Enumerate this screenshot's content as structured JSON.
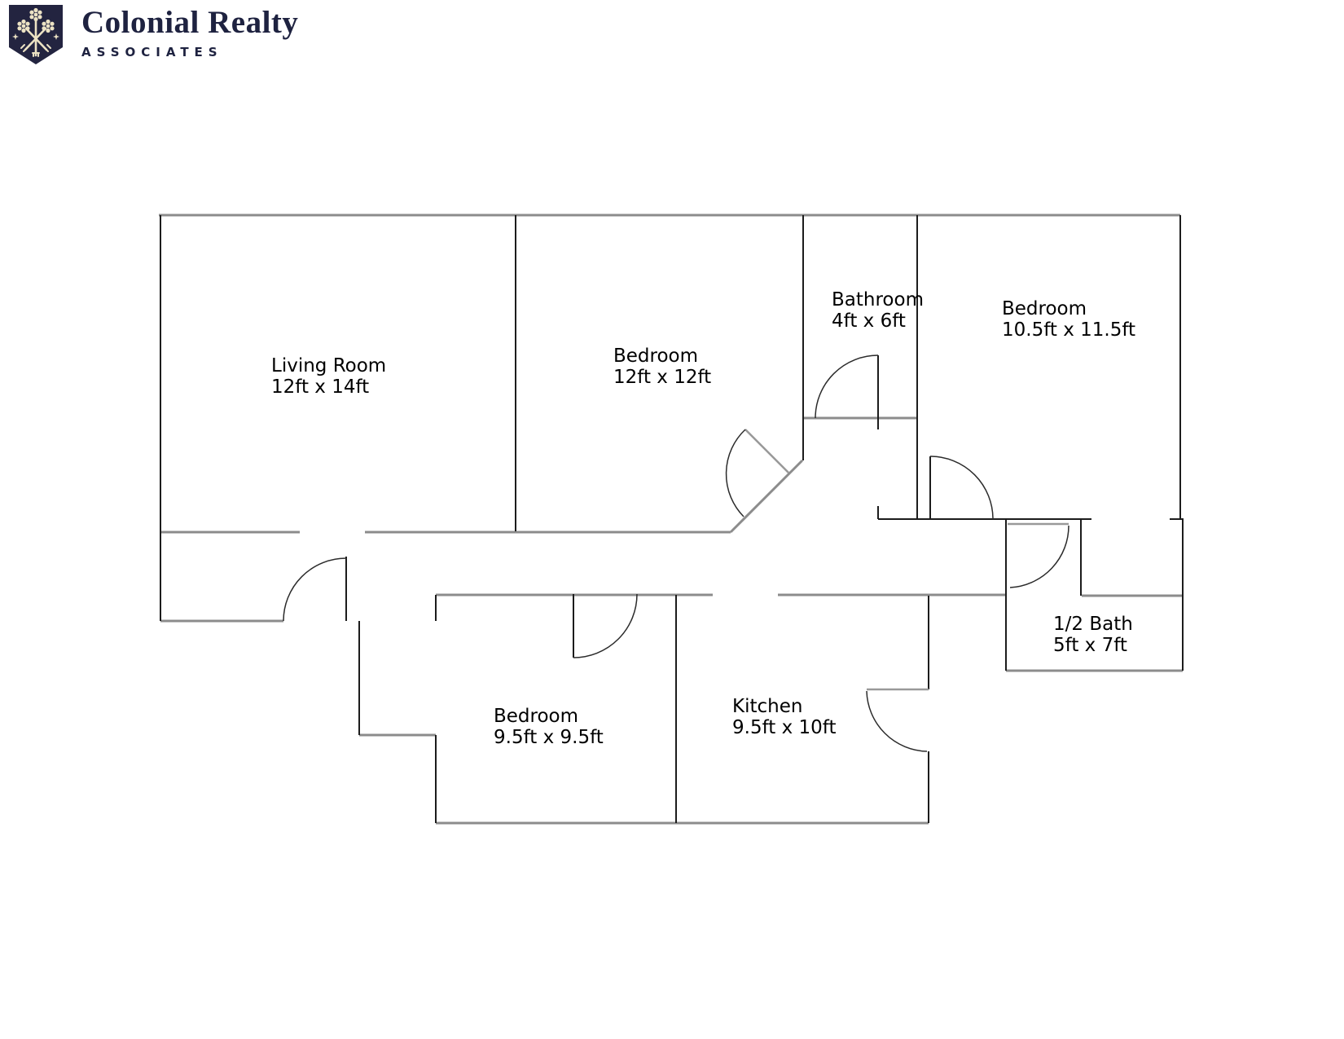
{
  "brand": {
    "name": "Colonial Realty",
    "subtitle": "ASSOCIATES",
    "shield_color": "#232440",
    "key_color": "#ece2c4",
    "text_color": "#1e2240"
  },
  "plan_colors": {
    "wall_gray": "#8c8c8c",
    "wall_black": "#1c1c1c",
    "door_arc": "#2b2b2b",
    "door_leaf_gray": "#999999"
  },
  "rooms": [
    {
      "id": "living-room",
      "name": "Living Room",
      "dims": "12ft x 14ft"
    },
    {
      "id": "bedroom-12",
      "name": "Bedroom",
      "dims": "12ft x 12ft"
    },
    {
      "id": "bathroom",
      "name": "Bathroom",
      "dims": "4ft x 6ft"
    },
    {
      "id": "bedroom-10-5",
      "name": "Bedroom",
      "dims": "10.5ft x 11.5ft"
    },
    {
      "id": "half-bath",
      "name": "1/2 Bath",
      "dims": "5ft x 7ft"
    },
    {
      "id": "kitchen",
      "name": "Kitchen",
      "dims": "9.5ft x 10ft"
    },
    {
      "id": "bedroom-9-5",
      "name": "Bedroom",
      "dims": "9.5ft x 9.5ft"
    }
  ]
}
